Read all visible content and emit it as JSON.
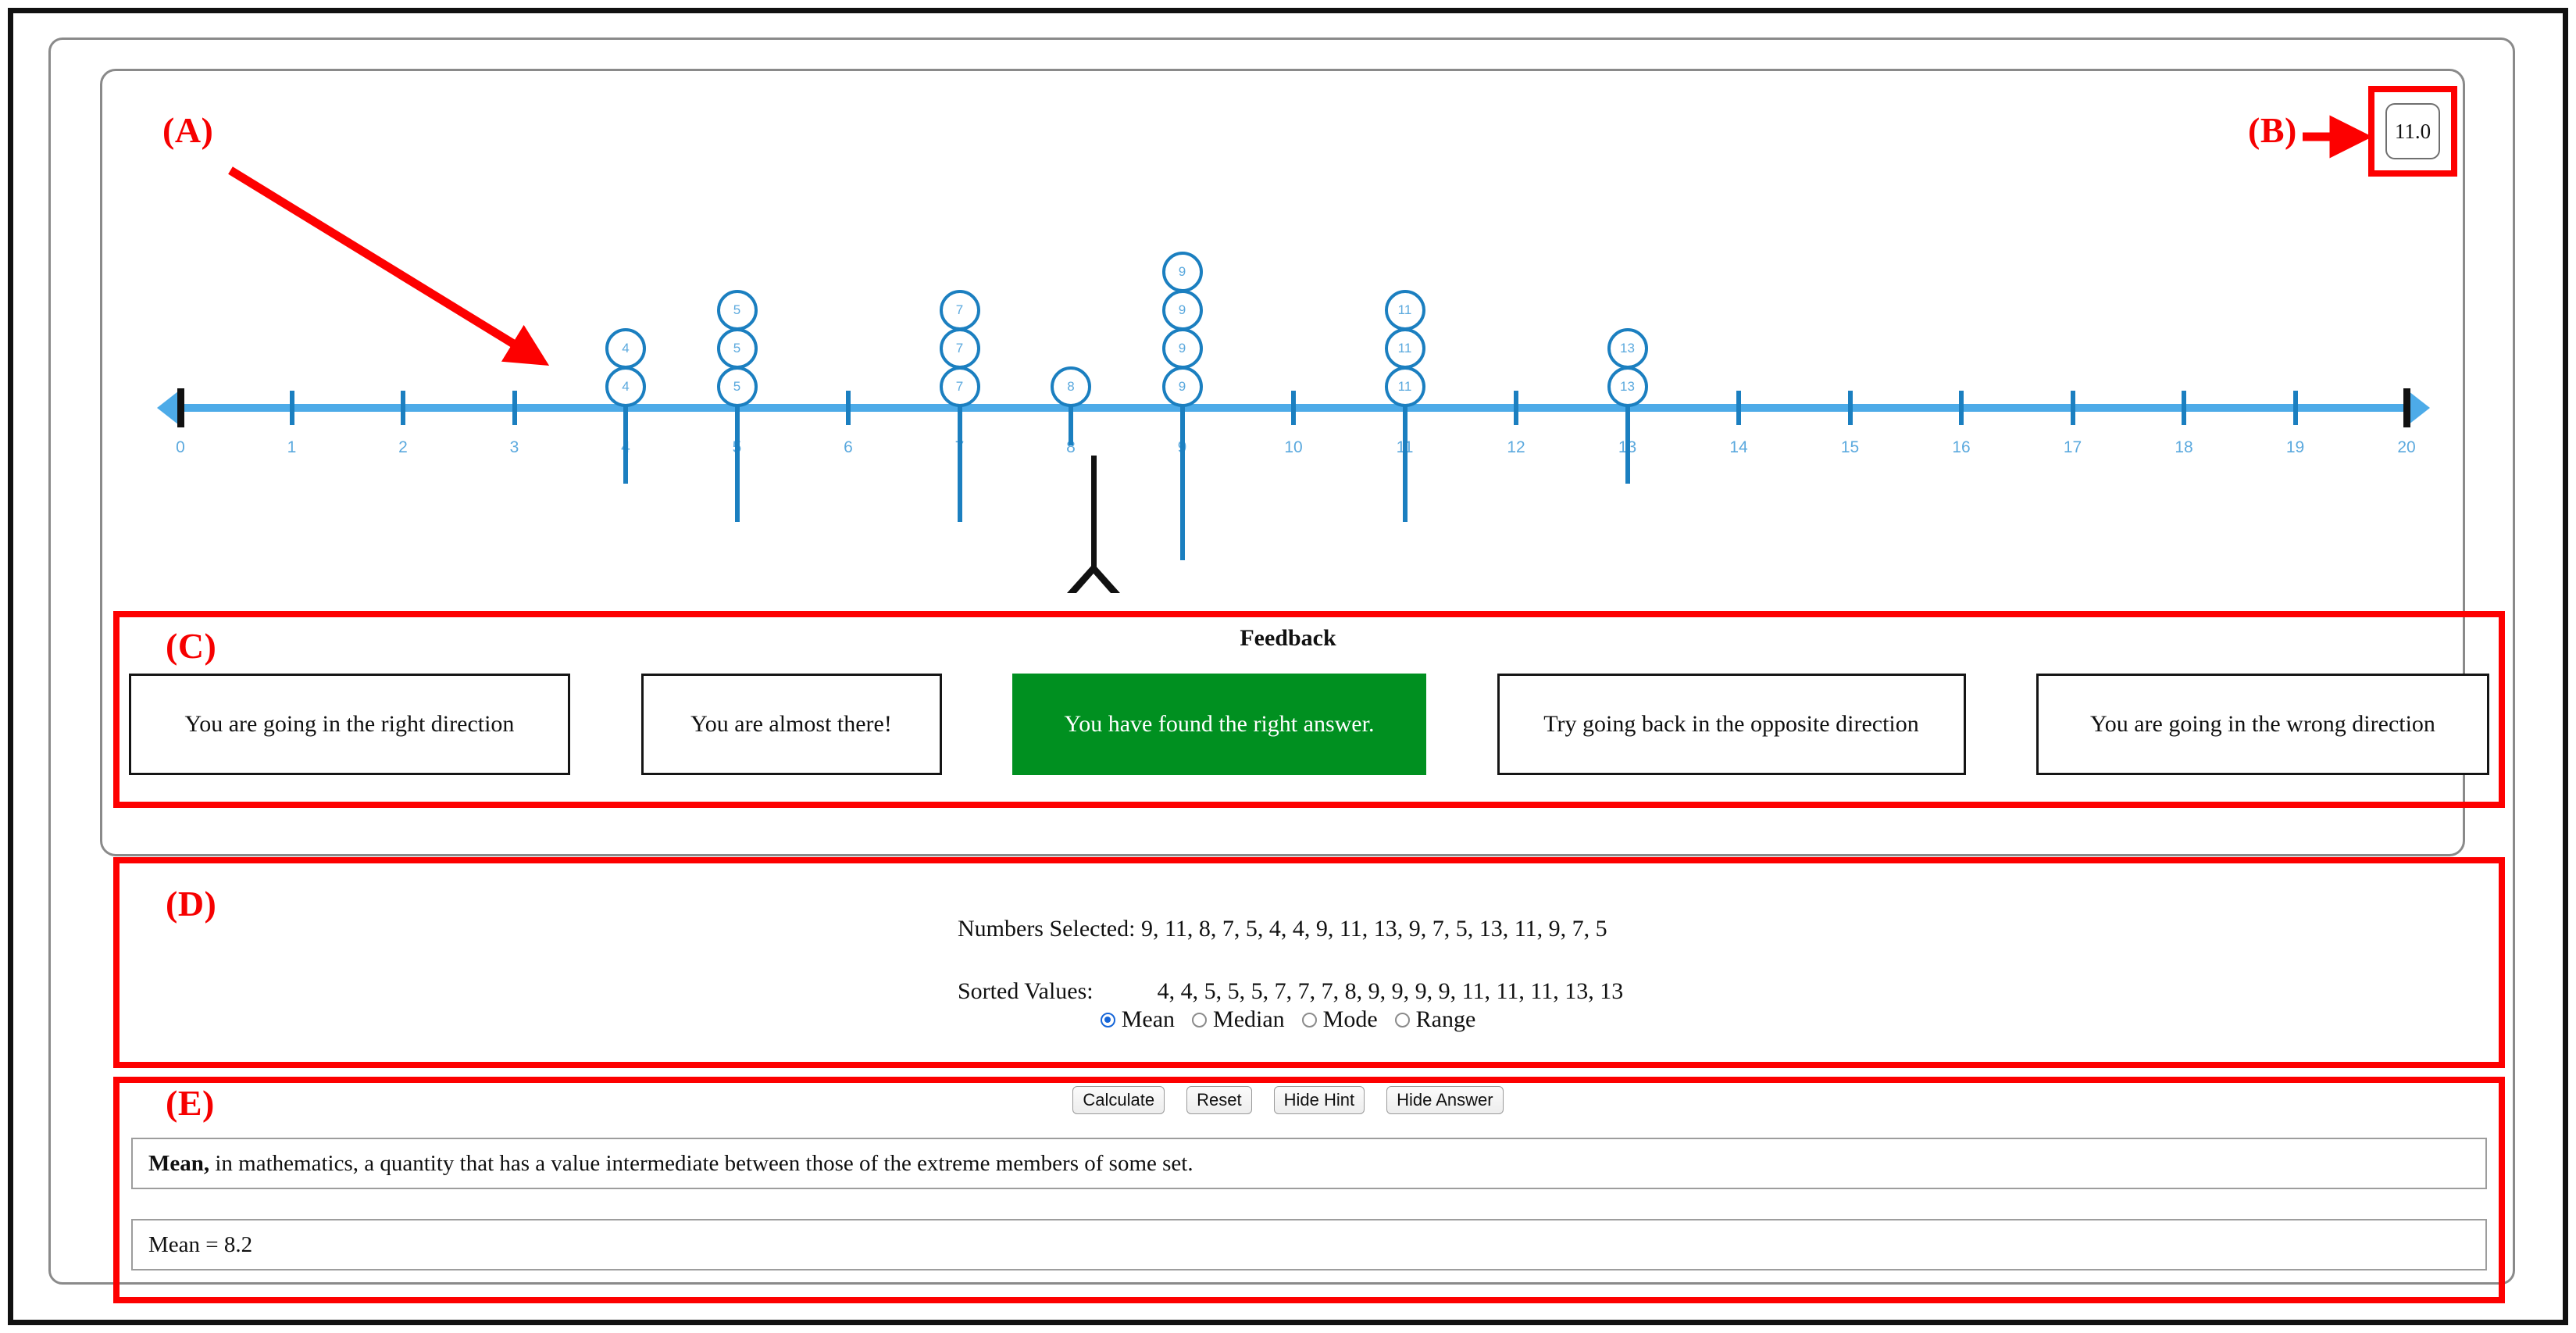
{
  "annotations": {
    "a": "(A)",
    "b": "(B)",
    "c": "(C)",
    "d": "(D)",
    "e": "(E)"
  },
  "value_readout": "11.0",
  "numberline": {
    "min": 0,
    "max": 20,
    "tick_labels": [
      "0",
      "1",
      "2",
      "3",
      "4",
      "5",
      "6",
      "7",
      "8",
      "9",
      "10",
      "11",
      "12",
      "13",
      "14",
      "15",
      "16",
      "17",
      "18",
      "19",
      "20"
    ],
    "marker_position": 8.2,
    "axis_color": "#4dabe8",
    "dot_color": "#1b7fc0"
  },
  "feedback": {
    "title": "Feedback",
    "options": [
      {
        "label": "You are going in the right direction",
        "active": false
      },
      {
        "label": "You are almost there!",
        "active": false
      },
      {
        "label": "You have found the right answer.",
        "active": true
      },
      {
        "label": "Try going back in the opposite direction",
        "active": false
      },
      {
        "label": "You are going in the wrong direction",
        "active": false
      }
    ],
    "active_color": "#009020"
  },
  "data_panel": {
    "selected_label": "Numbers Selected:",
    "selected_values": "9, 11, 8, 7, 5, 4, 4, 9, 11, 13, 9, 7, 5, 13, 11, 9, 7, 5",
    "sorted_label": "Sorted Values:",
    "sorted_values": "4, 4, 5, 5, 5, 7, 7, 7, 8, 9, 9, 9, 9, 11, 11, 11, 13, 13",
    "statistics": [
      {
        "label": "Mean",
        "selected": true
      },
      {
        "label": "Median",
        "selected": false
      },
      {
        "label": "Mode",
        "selected": false
      },
      {
        "label": "Range",
        "selected": false
      }
    ]
  },
  "controls": {
    "buttons": [
      {
        "label": "Calculate"
      },
      {
        "label": "Reset"
      },
      {
        "label": "Hide Hint"
      },
      {
        "label": "Hide Answer"
      }
    ],
    "hint_bold": "Mean,",
    "hint_text": " in mathematics, a quantity that has a value intermediate between those of the extreme members of some set.",
    "answer_text": "Mean = 8.2"
  },
  "chart_data": {
    "type": "bar",
    "title": "",
    "xlabel": "",
    "ylabel": "",
    "xlim": [
      0,
      20
    ],
    "grid": false,
    "categories": [
      0,
      1,
      2,
      3,
      4,
      5,
      6,
      7,
      8,
      9,
      10,
      11,
      12,
      13,
      14,
      15,
      16,
      17,
      18,
      19,
      20
    ],
    "values": [
      0,
      0,
      0,
      0,
      2,
      3,
      0,
      3,
      1,
      4,
      0,
      3,
      0,
      2,
      0,
      0,
      0,
      0,
      0,
      0,
      0
    ],
    "stacks": [
      {
        "x": 4,
        "count": 2,
        "dot_label": "4"
      },
      {
        "x": 5,
        "count": 3,
        "dot_label": "5"
      },
      {
        "x": 7,
        "count": 3,
        "dot_label": "7"
      },
      {
        "x": 8,
        "count": 1,
        "dot_label": "8"
      },
      {
        "x": 9,
        "count": 4,
        "dot_label": "9"
      },
      {
        "x": 11,
        "count": 3,
        "dot_label": "11"
      },
      {
        "x": 13,
        "count": 2,
        "dot_label": "13"
      }
    ],
    "marker": {
      "x": 8.2,
      "type": "fulcrum"
    },
    "annotations": [
      "Mean = 8.2",
      "11.0"
    ]
  }
}
